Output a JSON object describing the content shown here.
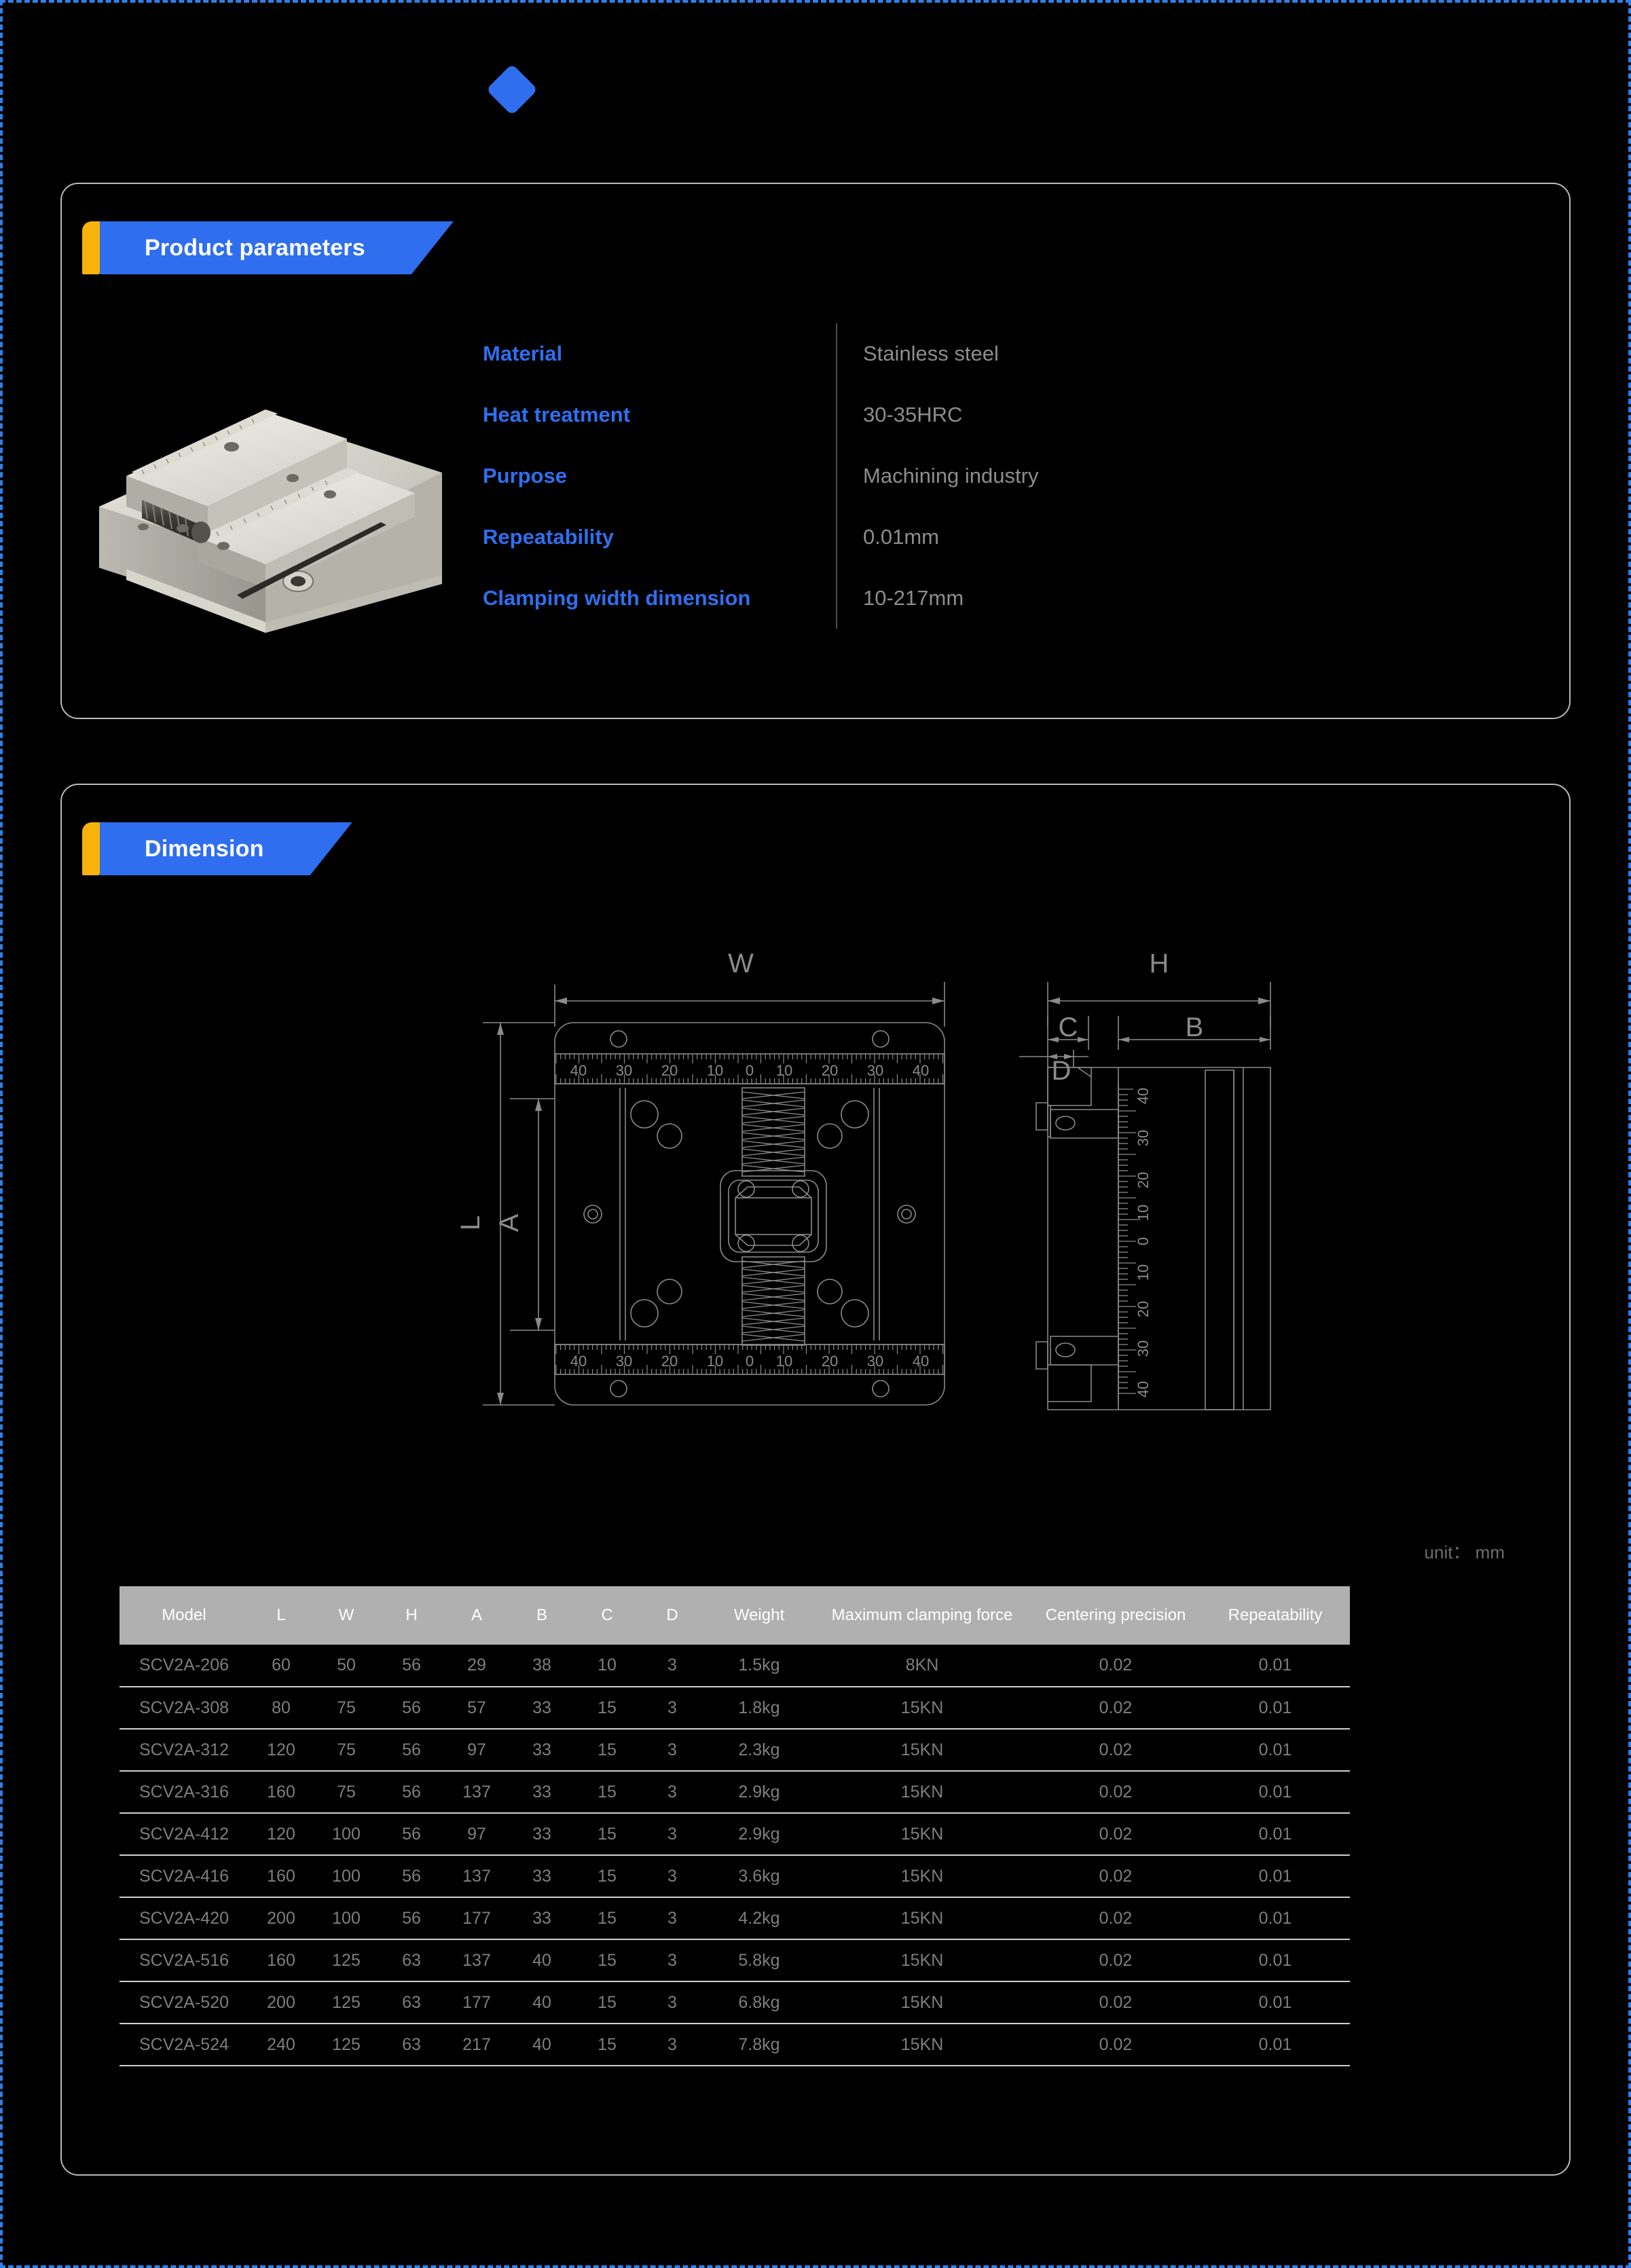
{
  "logo": {
    "icon": "diamond-logo-icon",
    "color": "#2f6fef"
  },
  "sections": [
    {
      "id": "product-parameters",
      "banner_label": "Product parameters",
      "specs": [
        {
          "key": "Material",
          "value": "Stainless steel"
        },
        {
          "key": "Heat treatment",
          "value": "30-35HRC"
        },
        {
          "key": "Purpose",
          "value": "Machining industry"
        },
        {
          "key": "Repeatability",
          "value": "0.01mm"
        },
        {
          "key": "Clamping width dimension",
          "value": "10-217mm"
        }
      ],
      "product_image_alt": "self-centering-vise-photo"
    },
    {
      "id": "dimension",
      "banner_label": "Dimension",
      "unit_note": "unit： mm",
      "drawing_labels": {
        "top_view": [
          "W",
          "L",
          "A"
        ],
        "side_view": [
          "H",
          "C",
          "D",
          "B"
        ],
        "scale_ticks": [
          "40",
          "30",
          "20",
          "10",
          "0",
          "10",
          "20",
          "30",
          "40"
        ]
      }
    }
  ],
  "table": {
    "headers": [
      "Model",
      "L",
      "W",
      "H",
      "A",
      "B",
      "C",
      "D",
      "Weight",
      "Maximum clamping force",
      "Centering precision",
      "Repeatability"
    ],
    "rows": [
      [
        "SCV2A-206",
        "60",
        "50",
        "56",
        "29",
        "38",
        "10",
        "3",
        "1.5kg",
        "8KN",
        "0.02",
        "0.01"
      ],
      [
        "SCV2A-308",
        "80",
        "75",
        "56",
        "57",
        "33",
        "15",
        "3",
        "1.8kg",
        "15KN",
        "0.02",
        "0.01"
      ],
      [
        "SCV2A-312",
        "120",
        "75",
        "56",
        "97",
        "33",
        "15",
        "3",
        "2.3kg",
        "15KN",
        "0.02",
        "0.01"
      ],
      [
        "SCV2A-316",
        "160",
        "75",
        "56",
        "137",
        "33",
        "15",
        "3",
        "2.9kg",
        "15KN",
        "0.02",
        "0.01"
      ],
      [
        "SCV2A-412",
        "120",
        "100",
        "56",
        "97",
        "33",
        "15",
        "3",
        "2.9kg",
        "15KN",
        "0.02",
        "0.01"
      ],
      [
        "SCV2A-416",
        "160",
        "100",
        "56",
        "137",
        "33",
        "15",
        "3",
        "3.6kg",
        "15KN",
        "0.02",
        "0.01"
      ],
      [
        "SCV2A-420",
        "200",
        "100",
        "56",
        "177",
        "33",
        "15",
        "3",
        "4.2kg",
        "15KN",
        "0.02",
        "0.01"
      ],
      [
        "SCV2A-516",
        "160",
        "125",
        "63",
        "137",
        "40",
        "15",
        "3",
        "5.8kg",
        "15KN",
        "0.02",
        "0.01"
      ],
      [
        "SCV2A-520",
        "200",
        "125",
        "63",
        "177",
        "40",
        "15",
        "3",
        "6.8kg",
        "15KN",
        "0.02",
        "0.01"
      ],
      [
        "SCV2A-524",
        "240",
        "125",
        "63",
        "217",
        "40",
        "15",
        "3",
        "7.8kg",
        "15KN",
        "0.02",
        "0.01"
      ]
    ]
  },
  "colors": {
    "brand_blue": "#2f6fef",
    "accent_yellow": "#f7b20b",
    "page_background": "#000000",
    "table_header": "#b0b0b0",
    "body_text": "#7e7e7e"
  }
}
